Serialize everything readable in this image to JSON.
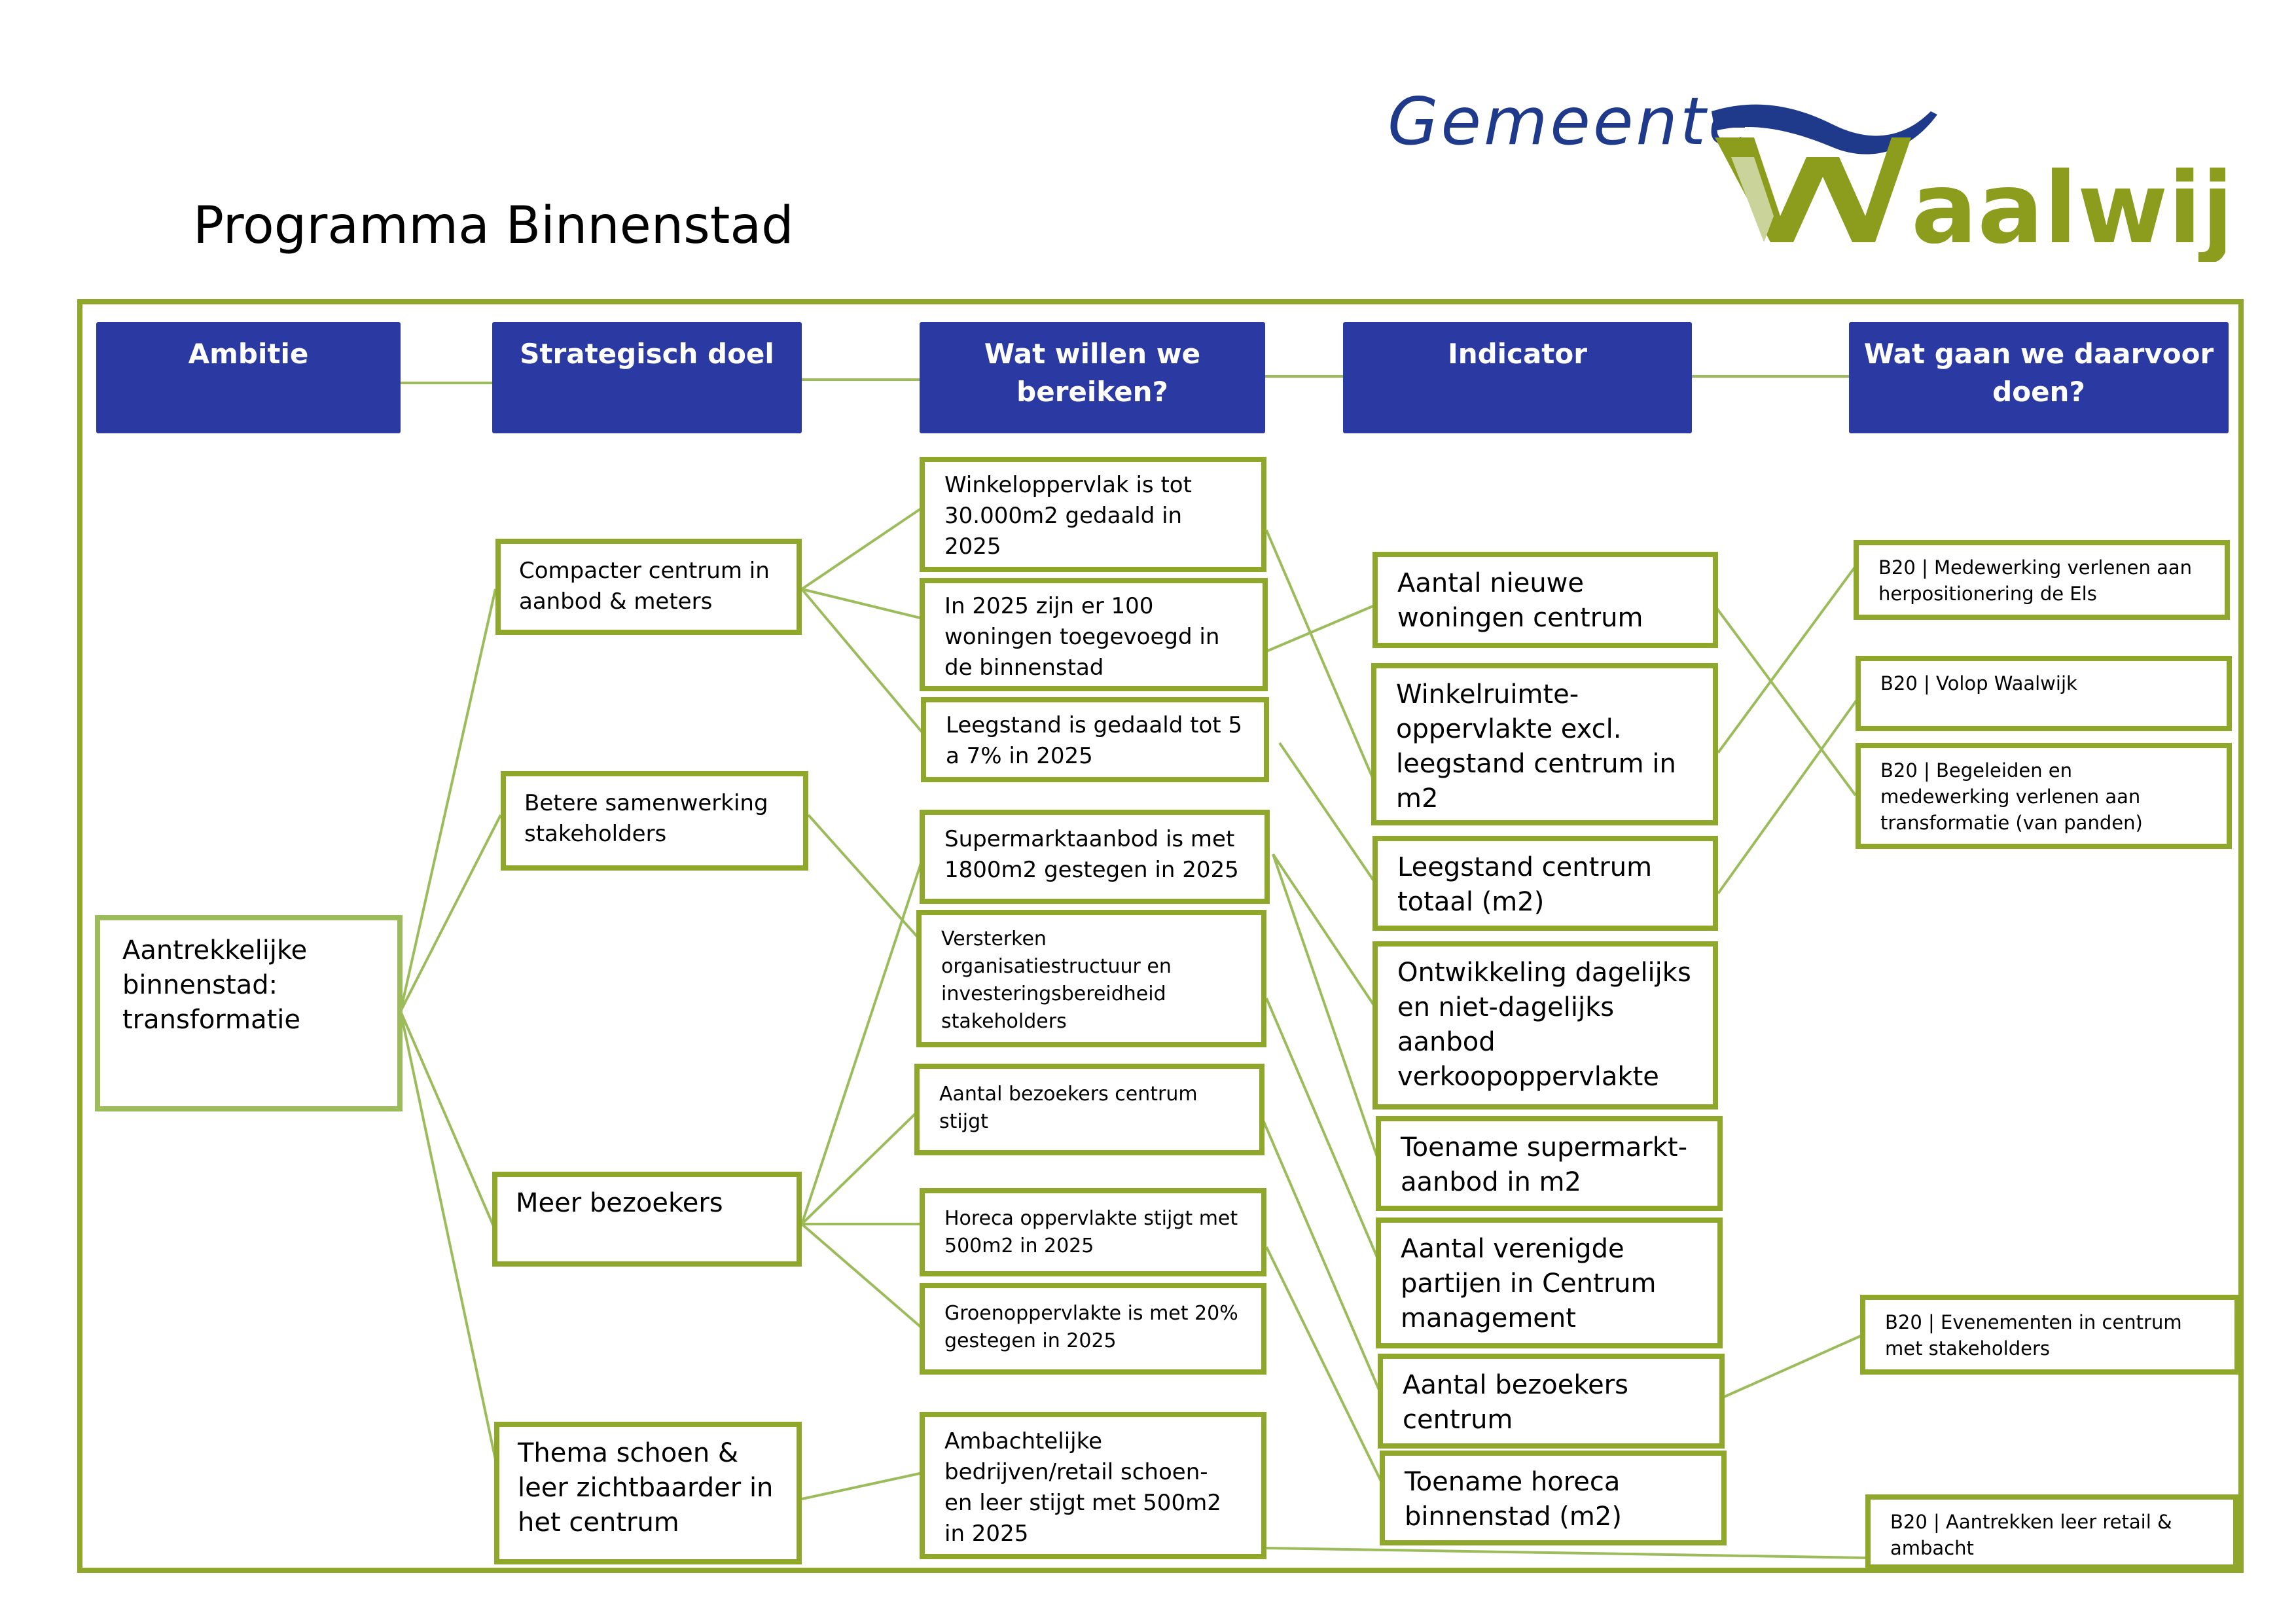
{
  "page_title": "Programma Binnenstad",
  "logo": {
    "line1": "Gemeente",
    "line2": "Waalwijk",
    "color_blue": "#1f3a8a",
    "color_green": "#8c9c1c"
  },
  "colors": {
    "header_bg": "#2b3aa3",
    "border_green": "#8fa82b",
    "line_green": "#9cbc5c"
  },
  "headers": {
    "ambitie": "Ambitie",
    "strategisch": "Strategisch doel",
    "bereiken": "Wat willen we bereiken?",
    "indicator": "Indicator",
    "doen": "Wat gaan we daarvoor doen?"
  },
  "ambitie": {
    "text": "Aantrekkelijke binnenstad: transformatie"
  },
  "strategisch_doel": [
    "Compacter centrum in aanbod & meters",
    "Betere samenwerking stakeholders",
    "Meer bezoekers",
    "Thema schoen & leer zichtbaarder in het centrum"
  ],
  "bereiken": [
    "Winkeloppervlak is tot 30.000m2 gedaald in 2025",
    "In 2025 zijn er 100 woningen toegevoegd in de binnenstad",
    "Leegstand is gedaald tot  5 a 7% in 2025",
    "Supermarktaanbod is met 1800m2 gestegen in 2025",
    "Versterken organisatiestructuur en investeringsbereidheid stakeholders",
    "Aantal bezoekers centrum stijgt",
    "Horeca oppervlakte stijgt met 500m2 in 2025",
    "Groenoppervlakte is met 20% gestegen in 2025",
    "Ambachtelijke bedrijven/retail schoen- en leer stijgt met 500m2 in 2025"
  ],
  "indicator": [
    "Aantal nieuwe woningen centrum",
    "Winkelruimte-oppervlakte excl. leegstand centrum in m2",
    "Leegstand centrum totaal (m2)",
    "Ontwikkeling dagelijks en niet-dagelijks aanbod verkoopoppervlakte",
    "Toename supermarkt-aanbod in m2",
    "Aantal verenigde partijen in Centrum management",
    "Aantal bezoekers centrum",
    "Toename horeca binnenstad (m2)"
  ],
  "doen": [
    "B20 | Medewerking verlenen aan herpositionering de Els",
    "B20 | Volop Waalwijk",
    "B20 | Begeleiden en medewerking verlenen aan transformatie (van panden)",
    "B20 | Evenementen in centrum met stakeholders",
    "B20 | Aantrekken leer retail & ambacht"
  ]
}
